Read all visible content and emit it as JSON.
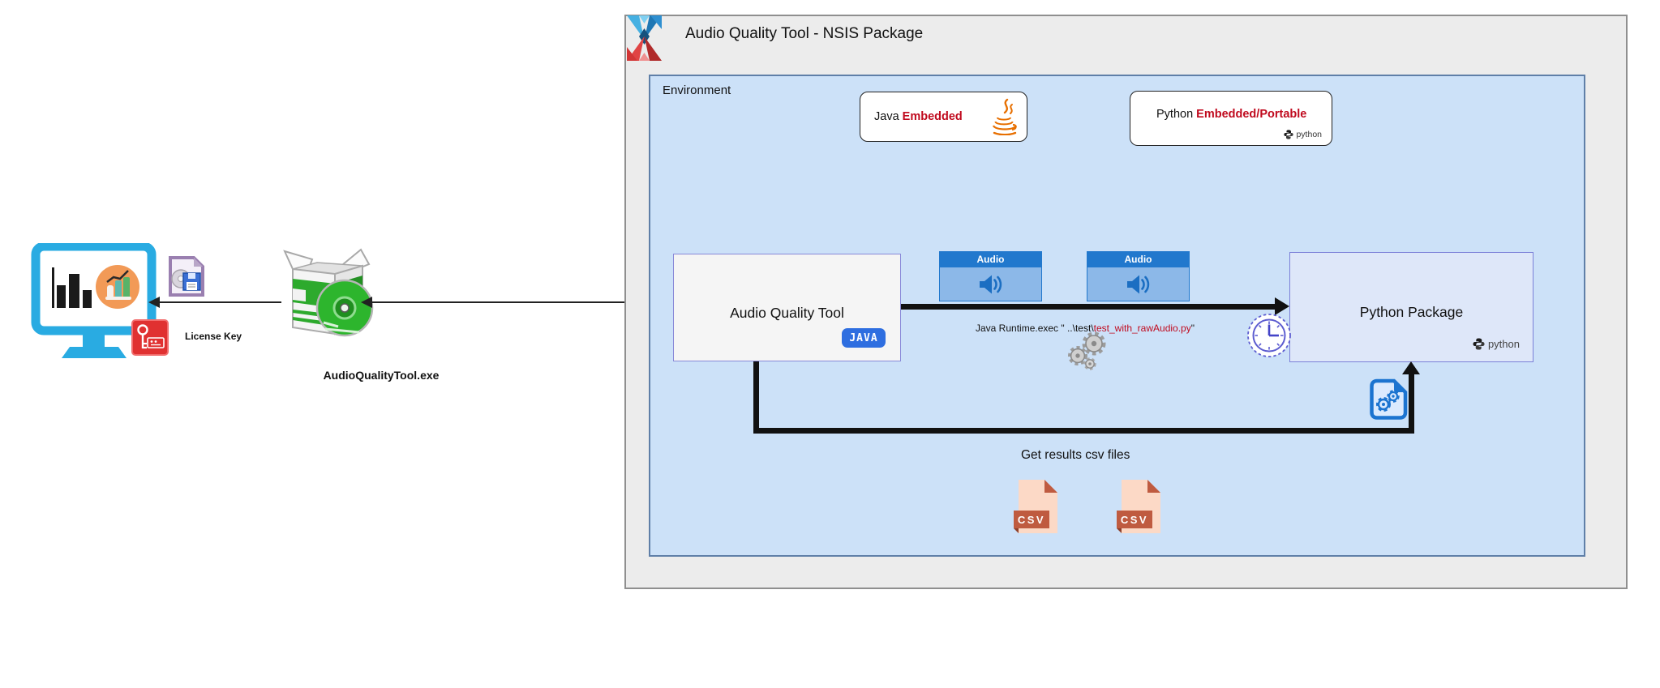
{
  "title": "Audio Quality Tool - NSIS Package",
  "environment": {
    "label": "Environment"
  },
  "java_embedded": {
    "text": "Java ",
    "highlight": "Embedded"
  },
  "python_embedded": {
    "text": "Python ",
    "highlight": "Embedded/Portable",
    "logo_word": "python"
  },
  "audio_quality_tool": {
    "label": "Audio Quality Tool",
    "badge": "JAVA"
  },
  "audio_components": [
    {
      "label": "Audio"
    },
    {
      "label": "Audio"
    }
  ],
  "python_package": {
    "label": "Python Package",
    "logo_word": "python"
  },
  "runtime_call": {
    "black_part": "Java Runtime.exec \" ..\\test\\",
    "red_part": "test_with_rawAudio.py",
    "end_quote": "\""
  },
  "results": {
    "label": "Get results csv files",
    "files": [
      {
        "label": "CSV"
      },
      {
        "label": "CSV"
      }
    ]
  },
  "installer": {
    "label": "AudioQualityTool.exe"
  },
  "license": {
    "label": "License Key"
  },
  "icons": {
    "nsis": "nsis-logo-icon",
    "java_cup": "java-cup-icon",
    "python": "python-logo-icon",
    "speaker": "audio-speaker-icon",
    "clock": "clock-icon",
    "gears": "gears-icon",
    "gear_document": "gear-document-icon",
    "csv_file": "csv-file-icon",
    "monitor": "monitor-chart-icon",
    "installer_box": "software-box-cd-icon",
    "setup_file": "setup-file-icon",
    "license_key": "license-key-icon"
  },
  "colors": {
    "panel_fill": "#ececec",
    "env_fill": "#cce1f8",
    "env_border": "#5f7fa8",
    "accent_red": "#c00a1e",
    "audio_header": "#2178cd",
    "audio_body": "#8cb8e8",
    "java_badge": "#2e6ee0",
    "csv_body": "#fcd9c6",
    "csv_accent": "#bf5b40",
    "monitor_blue": "#29abe2",
    "installer_green": "#2daa2d",
    "arrow_black": "#111111"
  }
}
